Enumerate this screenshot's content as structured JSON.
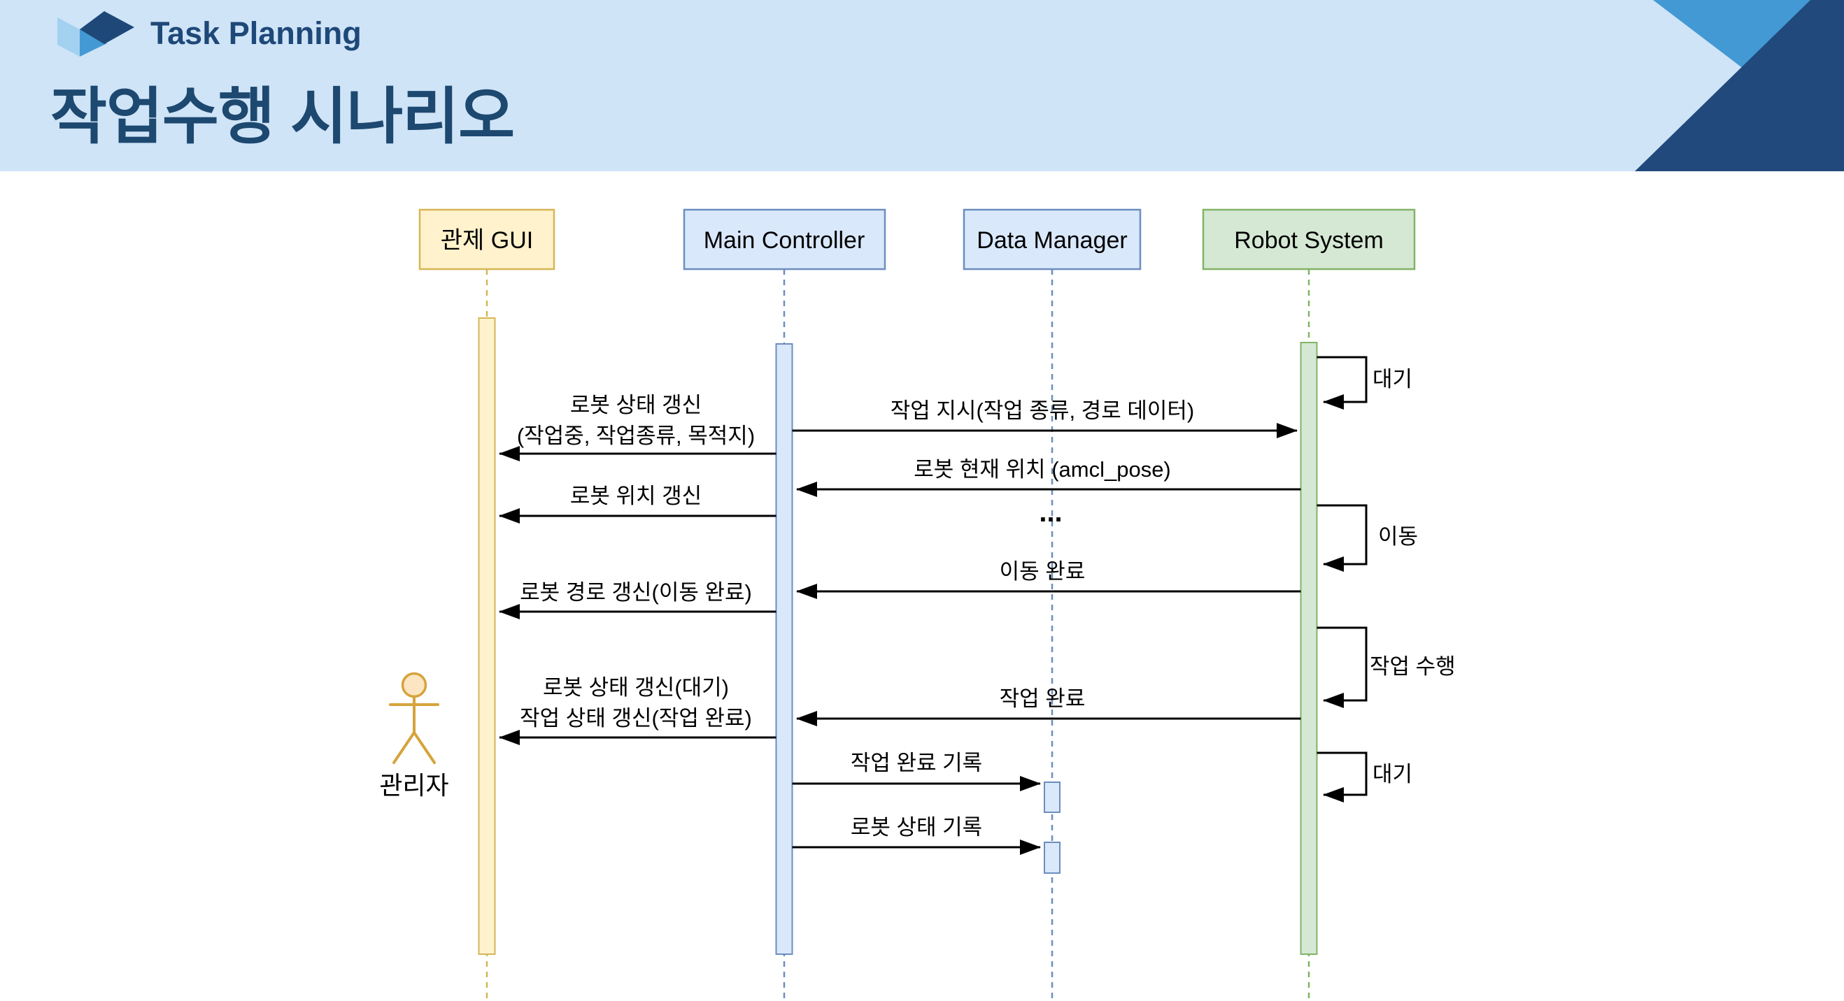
{
  "header": {
    "brand": "Task Planning",
    "title": "작업수행 시나리오",
    "colors": {
      "band_bg": "#cfe4f7",
      "navy": "#1e4878",
      "mid_blue": "#4399d4",
      "light_blue": "#a3d1f0"
    }
  },
  "diagram": {
    "participants": [
      {
        "label": "관제 GUI",
        "fill": "#fff2cc",
        "stroke": "#d6b656"
      },
      {
        "label": "Main Controller",
        "fill": "#dae8fc",
        "stroke": "#6c8ebf"
      },
      {
        "label": "Data Manager",
        "fill": "#dae8fc",
        "stroke": "#6c8ebf"
      },
      {
        "label": "Robot System",
        "fill": "#d5e8d4",
        "stroke": "#82b366"
      }
    ],
    "actor": {
      "label": "관리자",
      "stroke": "#d6a33c",
      "head_fill": "#fbe5c2"
    },
    "messages": {
      "task_instruction": "작업 지시(작업 종류, 경로 데이터)",
      "robot_status_update_1_line1": "로봇 상태 갱신",
      "robot_status_update_1_line2": "(작업중, 작업종류, 목적지)",
      "robot_current_position": "로봇 현재 위치 (amcl_pose)",
      "robot_position_update": "로봇 위치 갱신",
      "ellipsis": "...",
      "move_complete": "이동 완료",
      "robot_path_update": "로봇 경로 갱신(이동 완료)",
      "task_complete": "작업 완료",
      "robot_status_update_2_line1": "로봇 상태 갱신(대기)",
      "robot_status_update_2_line2": "작업 상태 갱신(작업 완료)",
      "task_complete_record": "작업 완료 기록",
      "robot_status_record": "로봇 상태 기록"
    },
    "self_messages": {
      "wait_1": "대기",
      "move": "이동",
      "perform_task": "작업 수행",
      "wait_2": "대기"
    }
  }
}
